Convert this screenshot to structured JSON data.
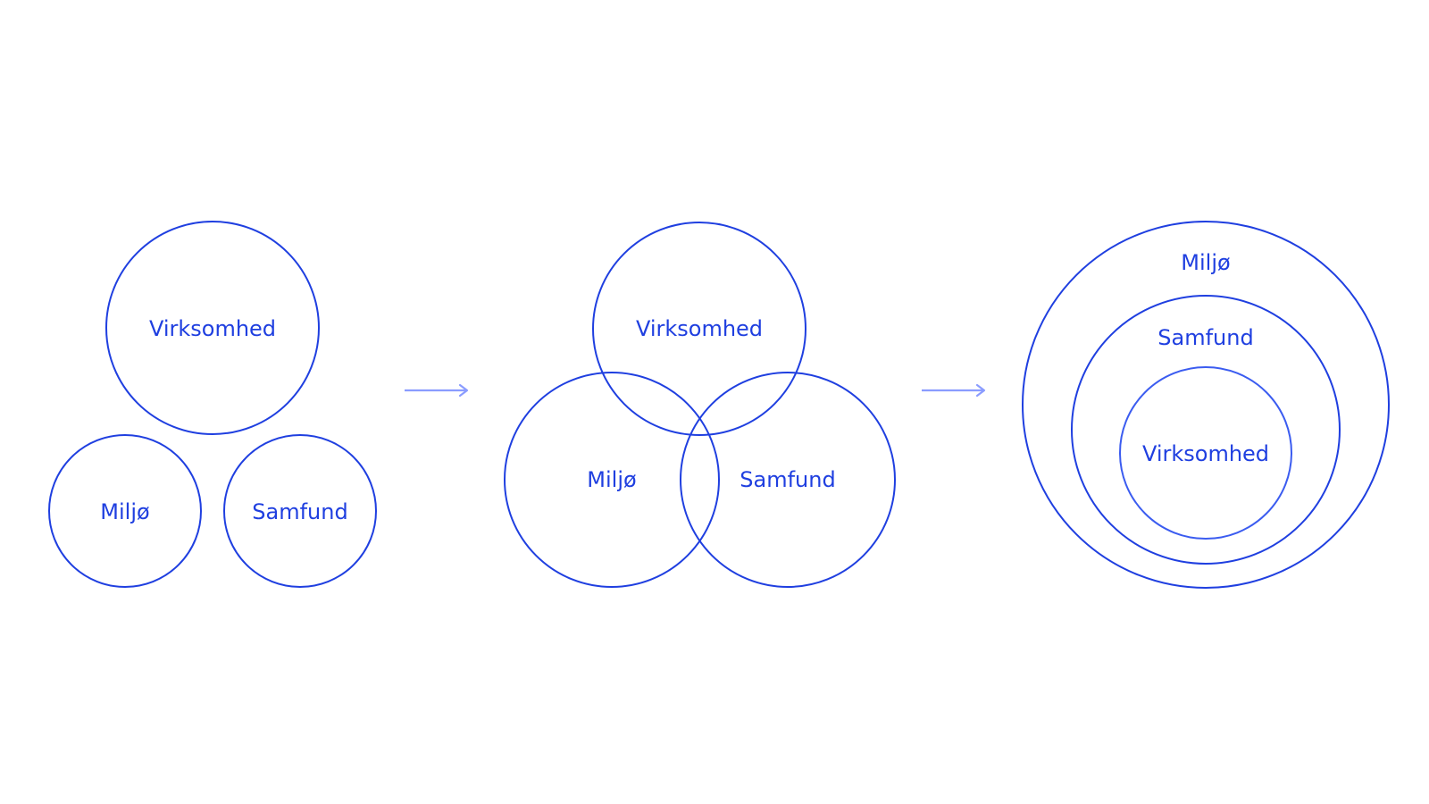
{
  "colors": {
    "stroke": "#1f3fe0",
    "text": "#1f3fe0",
    "arrow": "#8a9cff",
    "background": "#ffffff"
  },
  "stage1": {
    "top_label": "Virksomhed",
    "left_label": "Miljø",
    "right_label": "Samfund"
  },
  "stage2": {
    "top_label": "Virksomhed",
    "left_label": "Miljø",
    "right_label": "Samfund"
  },
  "stage3": {
    "outer_label": "Miljø",
    "middle_label": "Samfund",
    "inner_label": "Virksomhed"
  },
  "icons": {
    "arrow1": "arrow-right-icon",
    "arrow2": "arrow-right-icon"
  }
}
